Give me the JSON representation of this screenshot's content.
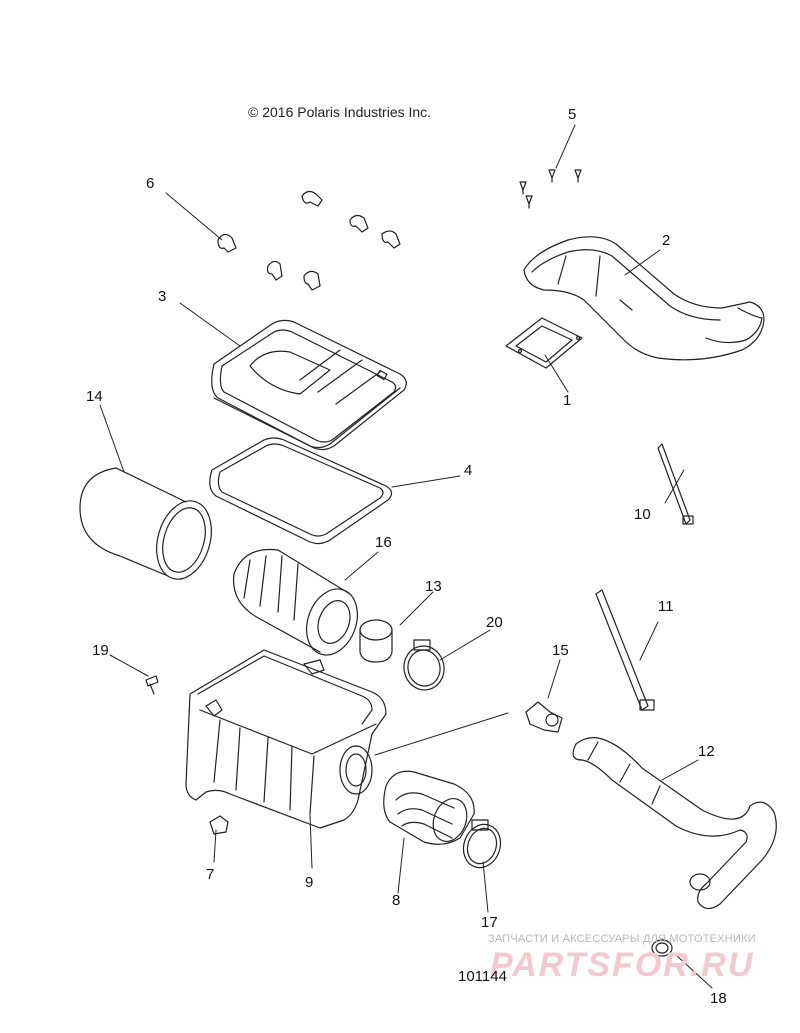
{
  "copyright": "© 2016 Polaris Industries Inc.",
  "drawing_number": "101144",
  "watermark": {
    "subtitle": "ЗАПЧАСТИ И АКСЕССУАРЫ ДЛЯ МОТОТЕХНИКИ",
    "logo": "PARTSFOR.RU"
  },
  "callouts": [
    "1",
    "2",
    "3",
    "4",
    "5",
    "6",
    "7",
    "8",
    "9",
    "10",
    "11",
    "12",
    "13",
    "14",
    "15",
    "16",
    "17",
    "18",
    "19",
    "20"
  ]
}
